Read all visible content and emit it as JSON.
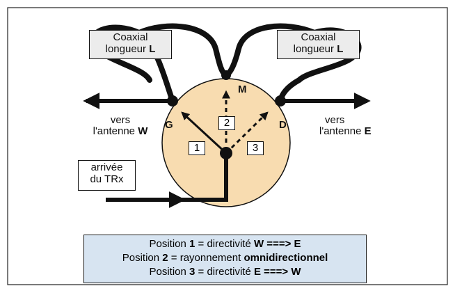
{
  "coax_left": {
    "line1": "Coaxial",
    "line2_a": "longueur",
    "line2_b": "L"
  },
  "coax_right": {
    "line1": "Coaxial",
    "line2_a": "longueur",
    "line2_b": "L"
  },
  "node_m": "M",
  "node_g": "G",
  "node_d": "D",
  "west": {
    "line1": "vers",
    "line2_a": "l'antenne",
    "line2_b": "W"
  },
  "east": {
    "line1": "vers",
    "line2_a": "l'antenne",
    "line2_b": "E"
  },
  "input_box": {
    "line1": "arrivée",
    "line2": "du TRx"
  },
  "positions": {
    "p1": "1",
    "p2": "2",
    "p3": "3"
  },
  "legend": {
    "row1": {
      "a": "Position ",
      "b": "1",
      "c": " = directivité ",
      "d": "W ===> E"
    },
    "row2": {
      "a": "Position ",
      "b": "2",
      "c": " = rayonnement ",
      "d": "omnidirectionnel"
    },
    "row3": {
      "a": "Position ",
      "b": "3",
      "c": " = directivité ",
      "d": "E ===> W"
    }
  },
  "colors": {
    "disc_fill": "#f8dcb0",
    "legend_fill": "#d7e4f1",
    "box_fill": "#ececec",
    "line": "#111111"
  }
}
